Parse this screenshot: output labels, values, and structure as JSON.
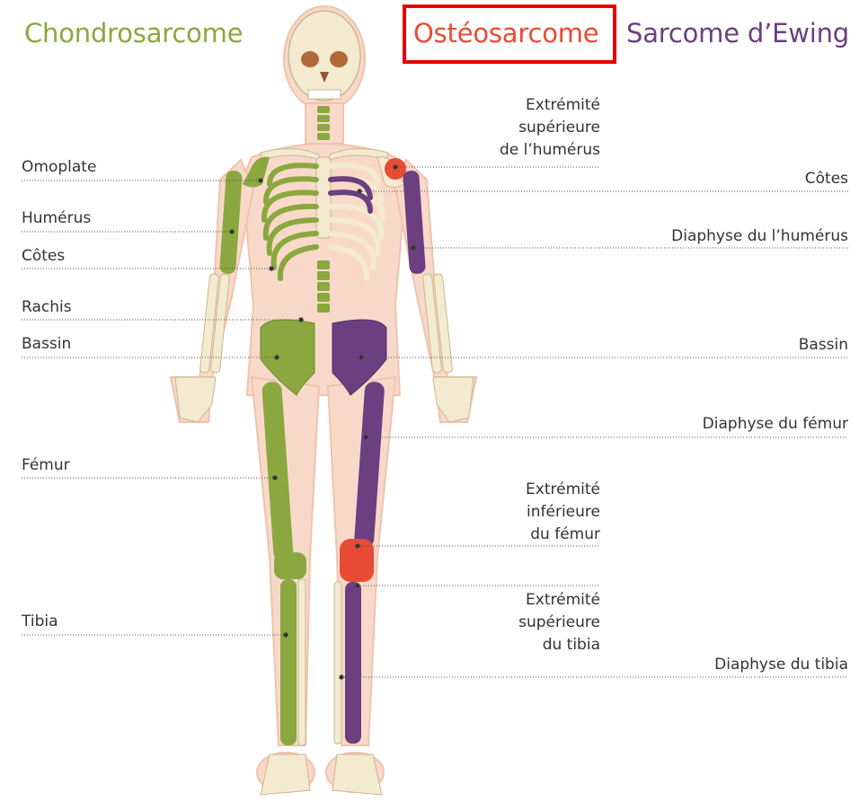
{
  "titles": {
    "chondrosarcome": "Chondrosarcome",
    "osteosarcome": "Ostéosarcome",
    "ewing": "Sarcome d’Ewing"
  },
  "colors": {
    "chondrosarcome": "#8aa83f",
    "osteosarcome": "#e84b35",
    "ewing": "#6b3f80",
    "highlight": "#e60000"
  },
  "labels_left": {
    "omoplate": "Omoplate",
    "humerus": "Humérus",
    "cotes": "Côtes",
    "rachis": "Rachis",
    "bassin": "Bassin",
    "femur": "Fémur",
    "tibia": "Tibia"
  },
  "labels_right": {
    "extr_sup_humerus": [
      "Extrémité",
      "supérieure",
      "de l’humérus"
    ],
    "cotes": "Côtes",
    "diaphyse_humerus": "Diaphyse du l’humérus",
    "bassin": "Bassin",
    "diaphyse_femur": "Diaphyse du fémur",
    "extr_inf_femur": [
      "Extrémité",
      "inférieure",
      "du fémur"
    ],
    "extr_sup_tibia": [
      "Extrémité",
      "supérieure",
      "du tibia"
    ],
    "diaphyse_tibia": "Diaphyse du tibia"
  }
}
